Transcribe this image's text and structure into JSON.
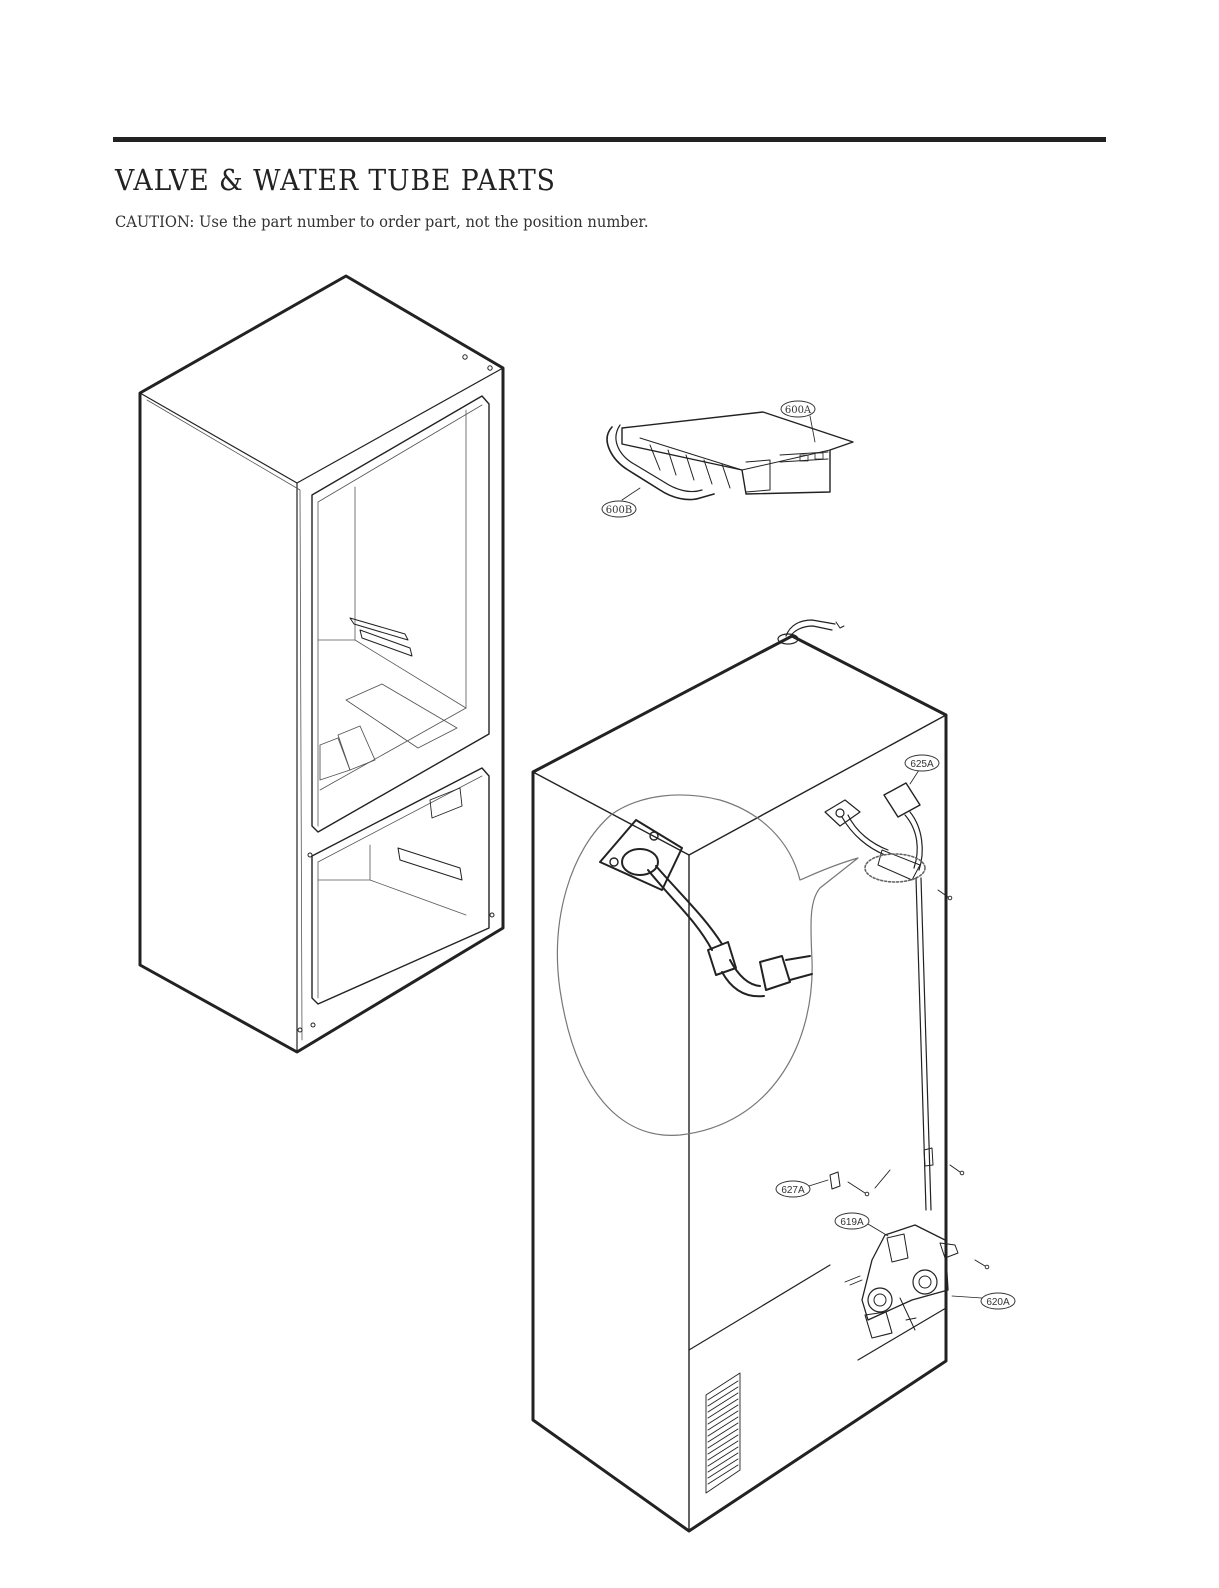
{
  "header": {
    "title": "VALVE & WATER TUBE PARTS",
    "caution": "CAUTION: Use the part number to order part, not the position number."
  },
  "callouts": {
    "c600A": "600A",
    "c600B": "600B",
    "c625A": "625A",
    "c627A": "627A",
    "c619A": "619A",
    "c620A": "620A"
  }
}
